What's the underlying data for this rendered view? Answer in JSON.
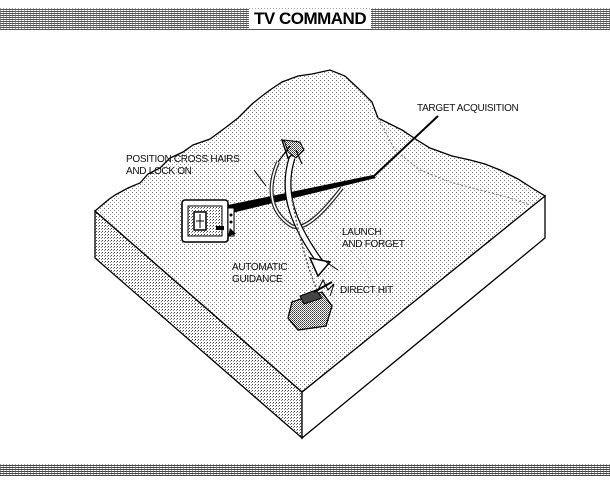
{
  "title": "TV COMMAND",
  "labels": {
    "target_acquisition": "TARGET ACQUISITION",
    "position_line1": "POSITION CROSS HAIRS",
    "position_line2": "AND LOCK ON",
    "launch_line1": "LAUNCH",
    "launch_line2": "AND FORGET",
    "guidance_line1": "AUTOMATIC",
    "guidance_line2": "GUIDANCE",
    "direct_hit": "DIRECT HIT"
  },
  "icons": [
    "aircraft-icon",
    "monitor-icon",
    "tank-icon"
  ]
}
